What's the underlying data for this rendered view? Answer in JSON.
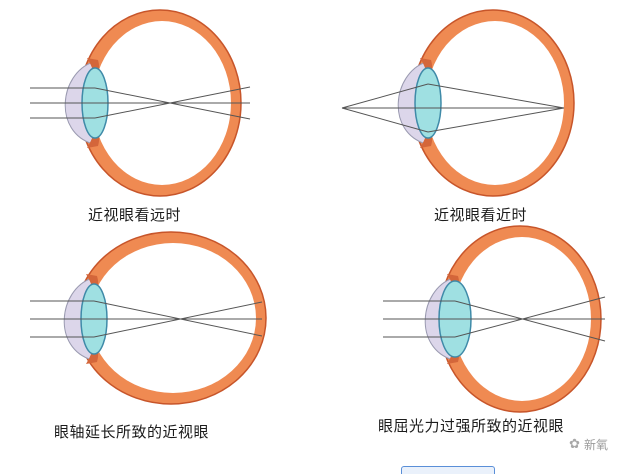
{
  "panels": [
    {
      "caption": "近视眼看远时"
    },
    {
      "caption": "近视眼看近时"
    },
    {
      "caption": "眼轴延长所致的近视眼"
    },
    {
      "caption": "眼屈光力过强所致的近视眼"
    }
  ],
  "watermark": {
    "text": "新氧"
  },
  "colors": {
    "sclera": "#ef8a52",
    "sclera_edge": "#c7552a",
    "lens": "#9fe0e2",
    "lens_edge": "#3f8aa8",
    "cornea": "#dcd6ea",
    "iris": "#d4663a",
    "ray": "#555555"
  }
}
